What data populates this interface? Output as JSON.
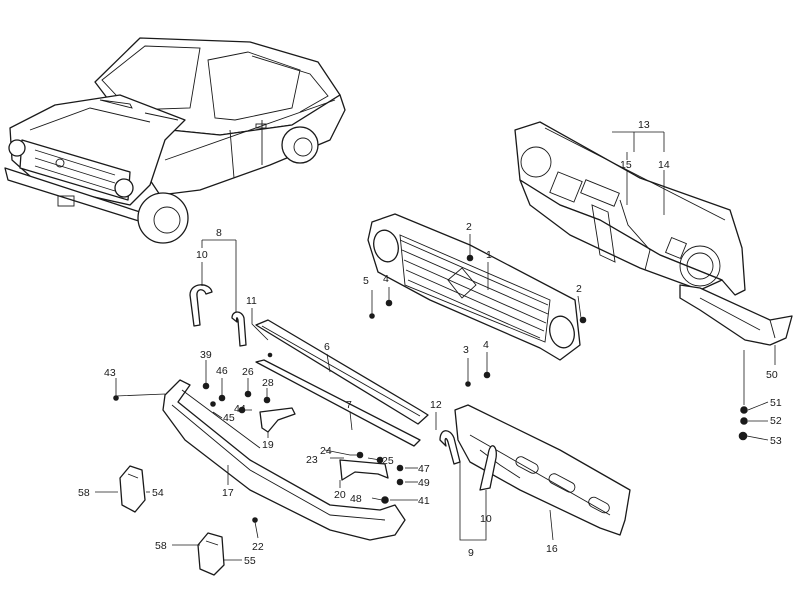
{
  "callouts": {
    "c1": "1",
    "c2a": "2",
    "c2b": "2",
    "c3": "3",
    "c4a": "4",
    "c4b": "4",
    "c5": "5",
    "c6": "6",
    "c7": "7",
    "c8": "8",
    "c9": "9",
    "c10a": "10",
    "c10b": "10",
    "c11": "11",
    "c12": "12",
    "c13": "13",
    "c14": "14",
    "c15": "15",
    "c16": "16",
    "c17": "17",
    "c19": "19",
    "c20": "20",
    "c22": "22",
    "c23": "23",
    "c24": "24",
    "c25": "25",
    "c26": "26",
    "c28": "28",
    "c39": "39",
    "c41": "41",
    "c43": "43",
    "c44": "44",
    "c45": "45",
    "c46": "46",
    "c47": "47",
    "c48": "48",
    "c49": "49",
    "c50": "50",
    "c51": "51",
    "c52": "52",
    "c53": "53",
    "c54": "54",
    "c55": "55",
    "c58a": "58",
    "c58b": "58"
  },
  "colors": {
    "line": "#1a1a1a",
    "background": "#ffffff"
  }
}
